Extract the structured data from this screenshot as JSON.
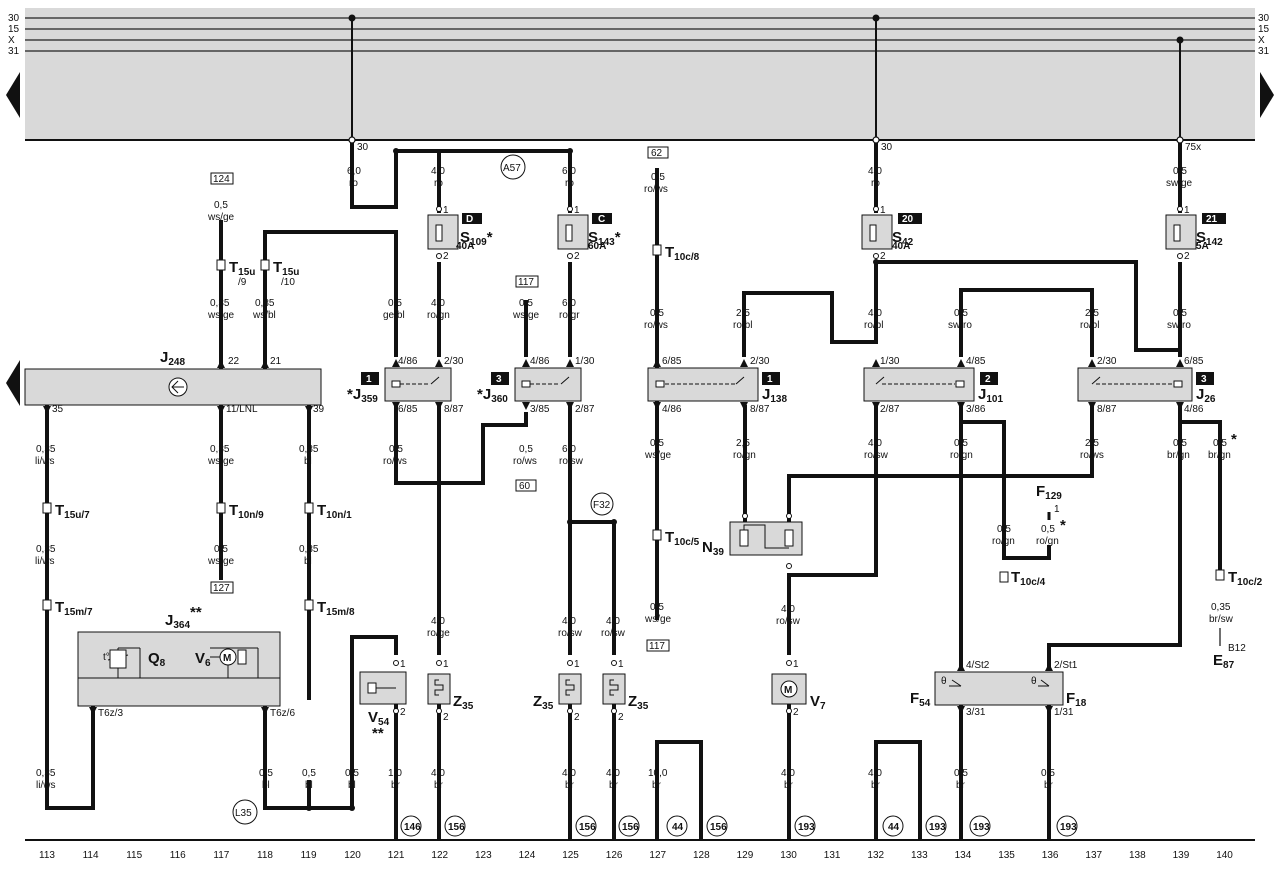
{
  "rails": [
    {
      "label": "30"
    },
    {
      "label": "15"
    },
    {
      "label": "X"
    },
    {
      "label": "31"
    }
  ],
  "bottom_numbers": [
    "113",
    "114",
    "115",
    "116",
    "117",
    "118",
    "119",
    "120",
    "121",
    "122",
    "123",
    "124",
    "125",
    "126",
    "127",
    "128",
    "129",
    "130",
    "131",
    "132",
    "133",
    "134",
    "135",
    "136",
    "137",
    "138",
    "139",
    "140"
  ],
  "relays": [
    {
      "slot": "1",
      "name": "J",
      "sub": "359",
      "star_before": true
    },
    {
      "slot": "3",
      "name": "J",
      "sub": "360",
      "star_before": true
    },
    {
      "slot": "1",
      "name": "J",
      "sub": "138"
    },
    {
      "slot": "2",
      "name": "J",
      "sub": "101"
    },
    {
      "slot": "3",
      "name": "J",
      "sub": "26"
    }
  ],
  "fuses": [
    {
      "letter": "D",
      "name": "S",
      "sub": "109",
      "star": "*",
      "rating": "40A"
    },
    {
      "letter": "C",
      "name": "S",
      "sub": "143",
      "star": "*",
      "rating": "60A"
    },
    {
      "letter": "20",
      "name": "S",
      "sub": "42",
      "rating": "40A"
    },
    {
      "letter": "21",
      "name": "S",
      "sub": "142",
      "rating": "5A"
    }
  ],
  "controller": {
    "name": "J",
    "sub": "248",
    "pin_left": "35",
    "pin_a": "22",
    "pin_b": "21",
    "pin_c": "11/LNL",
    "pin_d": "39"
  },
  "module_j364": {
    "name": "J",
    "sub": "364",
    "stars": "**",
    "q": "Q",
    "q_sub": "8",
    "v": "V",
    "v_sub": "6",
    "left_pin": "T6z/3",
    "right_pin": "T6z/6"
  },
  "refs": {
    "r124": "124",
    "r117": "117",
    "r62": "62",
    "r60": "60",
    "r127": "127",
    "r117b": "117",
    "a57": "A57",
    "f32": "F32",
    "l35": "L35"
  },
  "wires": {
    "w1": "6,0",
    "w1c": "ro",
    "p30a": "30",
    "w2": "4,0",
    "w2c": "ro",
    "w3": "6,0",
    "w3c": "ro",
    "w4": "0,5",
    "w4c": "ro/ws",
    "w5": "4,0",
    "w5c": "ro",
    "p30b": "30",
    "w6": "0,5",
    "w6c": "sw/ge",
    "p75x": "75x",
    "w7": "0,5",
    "w7c": "ws/ge",
    "w8": "0,35",
    "w8c": "ws/ge",
    "w9": "0,35",
    "w9c": "ws/bl",
    "w10": "0,5",
    "w10c": "ge/bl",
    "w11": "4,0",
    "w11c": "ro/gn",
    "w12": "0,5",
    "w12c": "ws/ge",
    "w13": "6,0",
    "w13c": "ro/gr",
    "w14": "0,5",
    "w14c": "ro/ws",
    "w15": "2,5",
    "w15c": "ro/bl",
    "w16": "4,0",
    "w16c": "ro/bl",
    "w17": "0,5",
    "w17c": "sw/ro",
    "w18": "2,5",
    "w18c": "ro/bl",
    "w19": "0,5",
    "w19c": "sw/ro",
    "w20": "0,5",
    "w20c": "ro/ws",
    "w21": "0,5",
    "w21c": "ro/ws",
    "w22": "6,0",
    "w22c": "ro/sw",
    "w23": "0,5",
    "w23c": "ws/ge",
    "w24": "2,5",
    "w24c": "ro/gn",
    "w25": "4,0",
    "w25c": "ro/sw",
    "w26": "0,5",
    "w26c": "ro/gn",
    "w27": "2,5",
    "w27c": "ro/ws",
    "w28": "0,5",
    "w28c": "br/gn",
    "w29": "0,5",
    "w29c": "br/gn",
    "w30": "0,35",
    "w30c": "li/ws",
    "w31": "0,35",
    "w31c": "ws/ge",
    "w32": "0,35",
    "w32c": "bl",
    "w33": "0,35",
    "w33c": "li/ws",
    "w34": "0,5",
    "w34c": "ws/ge",
    "w35": "0,35",
    "w35c": "bl",
    "w36": "0,5",
    "w36c": "ro/gn",
    "w37": "0,5",
    "w37c": "ro/gn",
    "w38": "4,0",
    "w38c": "ro/ge",
    "w39": "4,0",
    "w39c": "ro/sw",
    "w40": "4,0",
    "w40c": "ro/sw",
    "w41": "0,5",
    "w41c": "ws/ge",
    "w42": "4,0",
    "w42c": "ro/sw",
    "w43": "0,35",
    "w43c": "br/sw",
    "w44": "0,35",
    "w44c": "li/ws",
    "w45": "0,5",
    "w45c": "bl",
    "w46": "0,5",
    "w46c": "bl",
    "w47": "0,5",
    "w47c": "bl",
    "w48": "1,0",
    "w48c": "br",
    "w49": "4,0",
    "w49c": "br",
    "w50": "4,0",
    "w50c": "br",
    "w51": "4,0",
    "w51c": "br",
    "w52": "10,0",
    "w52c": "br",
    "w53": "4,0",
    "w53c": "br",
    "w54": "4,0",
    "w54c": "br",
    "w55": "0,5",
    "w55c": "br",
    "w56": "0,5",
    "w56c": "br"
  },
  "connectors": {
    "t15u9": "T",
    "t15u9s": "15u",
    "t15u9b": "/9",
    "t15u10": "T",
    "t15u10s": "15u",
    "t15u10b": "/10",
    "t10c8": "T",
    "t10c8s": "10c/8",
    "t15u7": "T",
    "t15u7s": "15u/7",
    "t10n9": "T",
    "t10n9s": "10n/9",
    "t10n1": "T",
    "t10n1s": "10n/1",
    "t15m7": "T",
    "t15m7s": "15m/7",
    "t15m8": "T",
    "t15m8s": "15m/8",
    "t10c5": "T",
    "t10c5s": "10c/5",
    "t10c4": "T",
    "t10c4s": "10c/4",
    "t10c2": "T",
    "t10c2s": "10c/2"
  },
  "relay_pins": {
    "j359_a": "4/86",
    "j359_b": "2/30",
    "j359_c": "6/85",
    "j359_d": "8/87",
    "j360_a": "4/86",
    "j360_b": "1/30",
    "j360_c": "3/85",
    "j360_d": "2/87",
    "j138_a": "6/85",
    "j138_b": "2/30",
    "j138_c": "4/86",
    "j138_d": "8/87",
    "j101_a": "1/30",
    "j101_b": "4/85",
    "j101_c": "2/87",
    "j101_d": "3/86",
    "j26_a": "2/30",
    "j26_b": "6/85",
    "j26_c": "8/87",
    "j26_d": "4/86"
  },
  "components": {
    "z35a": "Z",
    "z35as": "35",
    "z35b": "Z",
    "z35bs": "35",
    "z35c": "Z",
    "z35cs": "35",
    "v54": "V",
    "v54s": "54",
    "v54stars": "**",
    "v7": "V",
    "v7s": "7",
    "n39": "N",
    "n39s": "39",
    "f54": "F",
    "f54s": "54",
    "f18": "F",
    "f18s": "18",
    "f129": "F",
    "f129s": "129",
    "f129pin": "1",
    "e87": "E",
    "e87s": "87",
    "b12": "B12",
    "f54_pin_top": "4/St2",
    "f54_pin_bot": "3/31",
    "f18_pin_top": "2/St1",
    "f18_pin_bot": "1/31"
  },
  "circle_refs": [
    "146",
    "156",
    "156",
    "156",
    "44",
    "156",
    "193",
    "44",
    "193",
    "193",
    "193"
  ],
  "asterisks": {
    "a1": "*",
    "a2": "*"
  }
}
